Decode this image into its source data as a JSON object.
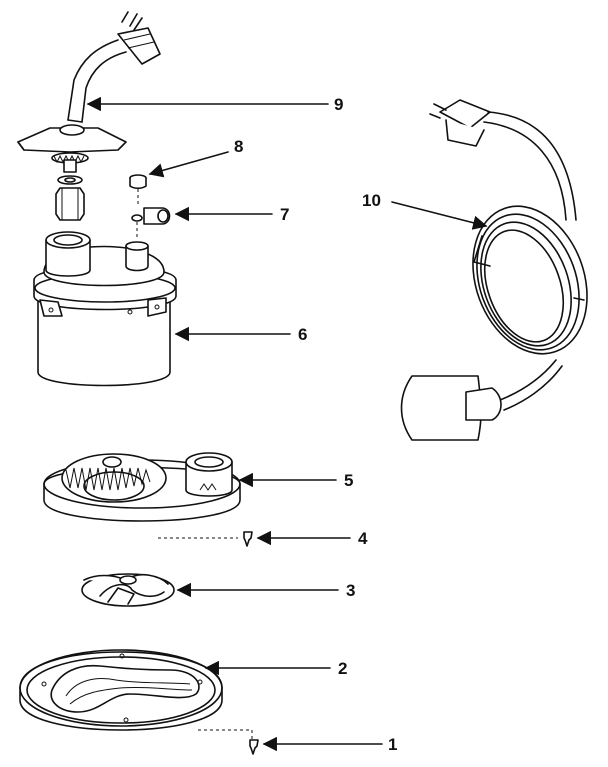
{
  "diagram": {
    "callouts": [
      {
        "id": "1",
        "label": "1"
      },
      {
        "id": "2",
        "label": "2"
      },
      {
        "id": "3",
        "label": "3"
      },
      {
        "id": "4",
        "label": "4"
      },
      {
        "id": "5",
        "label": "5"
      },
      {
        "id": "6",
        "label": "6"
      },
      {
        "id": "7",
        "label": "7"
      },
      {
        "id": "8",
        "label": "8"
      },
      {
        "id": "9",
        "label": "9"
      },
      {
        "id": "10",
        "label": "10"
      }
    ],
    "line_color": "#111111",
    "background": "#ffffff"
  }
}
